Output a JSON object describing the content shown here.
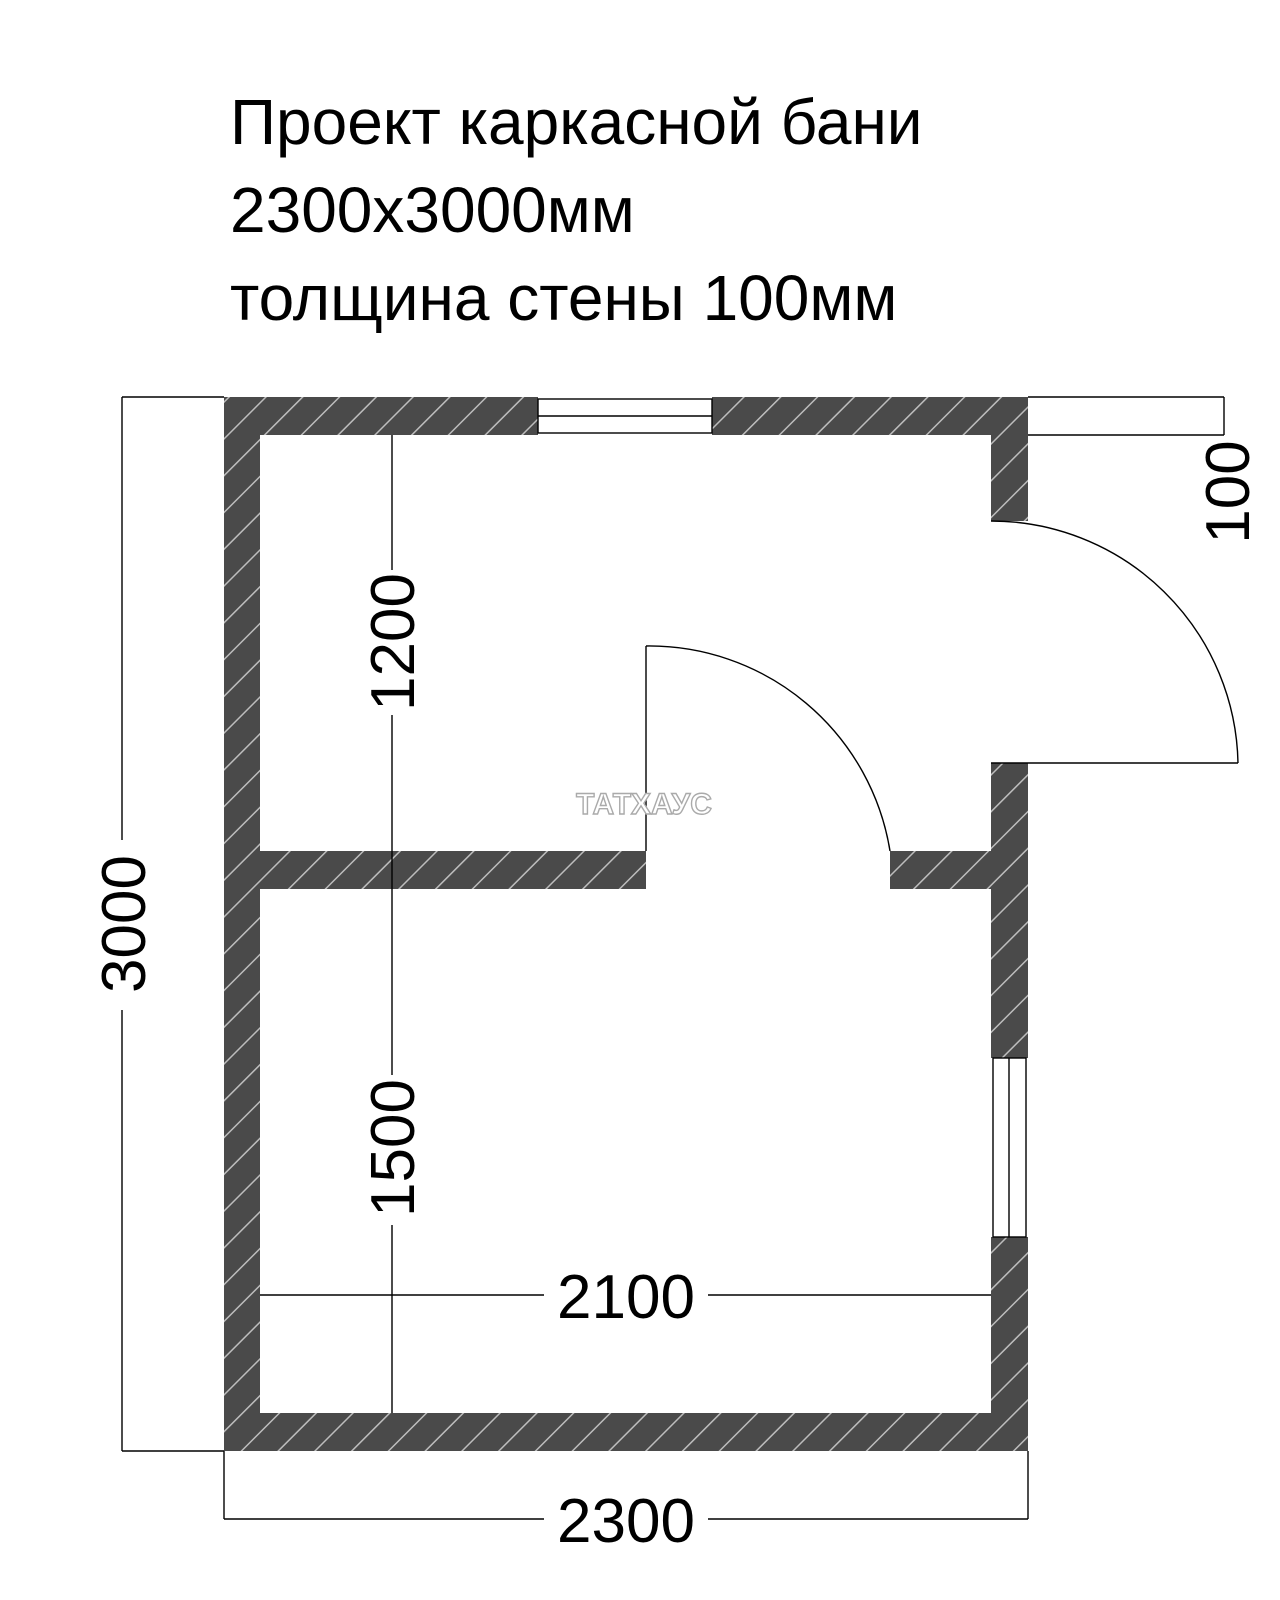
{
  "title": {
    "line1": "Проект каркасной бани",
    "line2": "2300х3000мм",
    "line3": "толщина стены 100мм"
  },
  "dimensions": {
    "overall_width": "2300",
    "overall_height": "3000",
    "top_room_height": "1200",
    "bottom_room_height": "1500",
    "interior_width": "2100",
    "wall_thickness": "100"
  },
  "watermark": "ТАТХАУС",
  "colors": {
    "wall_fill": "#4a4a4a",
    "hatch_line": "#bdbdbd",
    "line": "#000000"
  }
}
